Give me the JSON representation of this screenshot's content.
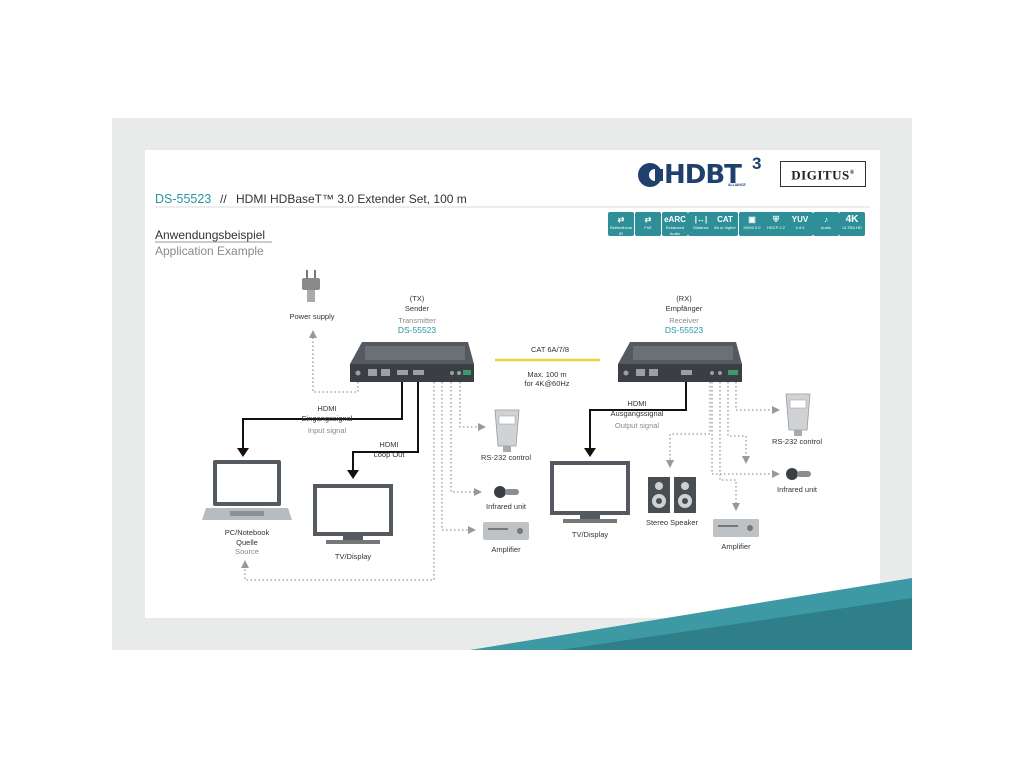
{
  "header": {
    "product_code": "DS-55523",
    "separator": "//",
    "title": "HDMI HDBaseT™ 3.0 Extender Set, 100 m",
    "logo_hdbt": "HDBT",
    "logo_hdbt_sup": "3",
    "logo_hdbt_sub": "ALLIANCE",
    "logo_digitus": "DIGITUS",
    "logo_digitus_reg": "®"
  },
  "section": {
    "title_de": "Anwendungsbeispiel",
    "title_en": "Application Example"
  },
  "badges": [
    {
      "symbol": "⇄",
      "label": "Bidirectional IR"
    },
    {
      "symbol": "⇄",
      "label": "PoE"
    },
    {
      "symbol": "eARC",
      "label": "Enhanced Audio"
    },
    {
      "symbol": "|↔|",
      "label": "Distance"
    },
    {
      "symbol": "CAT",
      "label": "6A or higher"
    },
    {
      "symbol": "▣",
      "label": "HDMI 2.0"
    },
    {
      "symbol": "⛨",
      "label": "HDCP 2.2"
    },
    {
      "symbol": "YUV",
      "label": "4:4:4"
    },
    {
      "symbol": "♪",
      "label": "Audio"
    },
    {
      "symbol": "4K",
      "label": "ULTRA HD"
    }
  ],
  "transmitter": {
    "tag": "(TX)",
    "label_de": "Sender",
    "label_en": "Transmitter",
    "model": "DS-55523"
  },
  "receiver": {
    "tag": "(RX)",
    "label_de": "Empfänger",
    "label_en": "Receiver",
    "model": "DS-55523"
  },
  "cable": {
    "type": "CAT 6A/7/8",
    "range_line1": "Max. 100 m",
    "range_line2": "for 4K@60Hz"
  },
  "left_side": {
    "power_supply": "Power supply",
    "hdmi_in_1": "HDMI",
    "hdmi_in_2": "Eingangssignal",
    "hdmi_in_3": "Input signal",
    "loop_1": "HDMI",
    "loop_2": "Loop Out",
    "pc_1": "PC/Notebook",
    "pc_2": "Quelle",
    "pc_3": "Source",
    "tv": "TV/Display",
    "rs232": "RS-232 control",
    "ir": "Infrared unit",
    "amp": "Amplifier"
  },
  "right_side": {
    "hdmi_out_1": "HDMI",
    "hdmi_out_2": "Ausgangssignal",
    "hdmi_out_3": "Output signal",
    "tv": "TV/Display",
    "speaker": "Stereo Speaker",
    "amp": "Amplifier",
    "rs232": "RS-232 control",
    "ir": "Infrared unit"
  },
  "colors": {
    "frame_bg": "#e9eaea",
    "panel_bg": "#ffffff",
    "accent_teal": "#2a95a0",
    "badge_teal": "#2f8f99",
    "cable_yellow": "#e6d23a",
    "device_dark": "#3b3f44",
    "logo_blue": "#1f3f6c"
  }
}
